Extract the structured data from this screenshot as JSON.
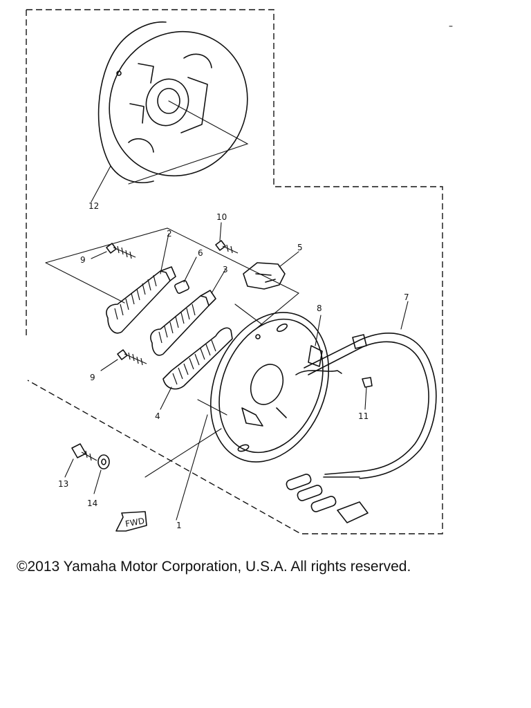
{
  "diagram": {
    "callouts": {
      "c1": "1",
      "c2": "2",
      "c3": "3",
      "c4": "4",
      "c5": "5",
      "c6": "6",
      "c7": "7",
      "c8": "8",
      "c9a": "9",
      "c9b": "9",
      "c10": "10",
      "c11": "11",
      "c12": "12",
      "c13": "13",
      "c14": "14"
    },
    "fwd_label": "FWD"
  },
  "footer": {
    "copyright": "©2013 Yamaha Motor Corporation, U.S.A. All rights reserved."
  }
}
